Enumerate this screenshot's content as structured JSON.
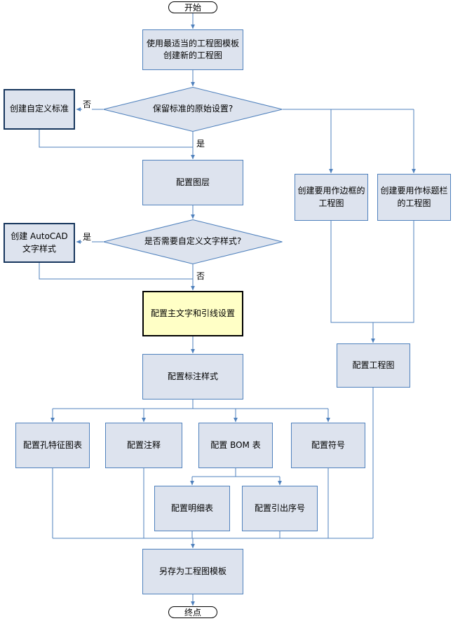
{
  "nodes": {
    "start": {
      "label": "开始"
    },
    "use_template": {
      "line1": "使用最适当的工程图模板",
      "line2": "创建新的工程图"
    },
    "keep_standard_decision": {
      "label": "保留标准的原始设置?"
    },
    "create_custom_standard": {
      "label": "创建自定义标准"
    },
    "configure_layers": {
      "label": "配置图层"
    },
    "need_text_style_decision": {
      "label": "是否需要自定义文字样式?"
    },
    "create_autocad_text": {
      "line1": "创建 AutoCAD",
      "line2": "文字样式"
    },
    "configure_main_text": {
      "label": "配置主文字和引线设置"
    },
    "configure_dim_style": {
      "label": "配置标注样式"
    },
    "configure_hole_table": {
      "label": "配置孔特征图表"
    },
    "configure_annotations": {
      "label": "配置注释"
    },
    "configure_bom": {
      "label": "配置 BOM 表"
    },
    "configure_symbols": {
      "label": "配置符号"
    },
    "configure_detail_table": {
      "label": "配置明细表"
    },
    "configure_balloons": {
      "label": "配置引出序号"
    },
    "save_as_template": {
      "label": "另存为工程图模板"
    },
    "create_border_drawing": {
      "line1": "创建要用作边框的",
      "line2": "工程图"
    },
    "create_titleblock_drawing": {
      "line1": "创建要用作标题栏",
      "line2": "的工程图"
    },
    "configure_drawing": {
      "label": "配置工程图"
    },
    "end": {
      "label": "终点"
    }
  },
  "edge_labels": {
    "no1": "否",
    "yes1": "是",
    "yes2": "是",
    "no2": "否"
  },
  "colors": {
    "line": "#4f81bd",
    "node_fill": "#dde3ee",
    "node_border": "#4f81bd",
    "emphasis_border": "#17365d",
    "highlight_fill": "#ffffc6",
    "highlight_border": "#000000",
    "terminator_fill": "#ffffff",
    "terminator_border": "#000000"
  }
}
